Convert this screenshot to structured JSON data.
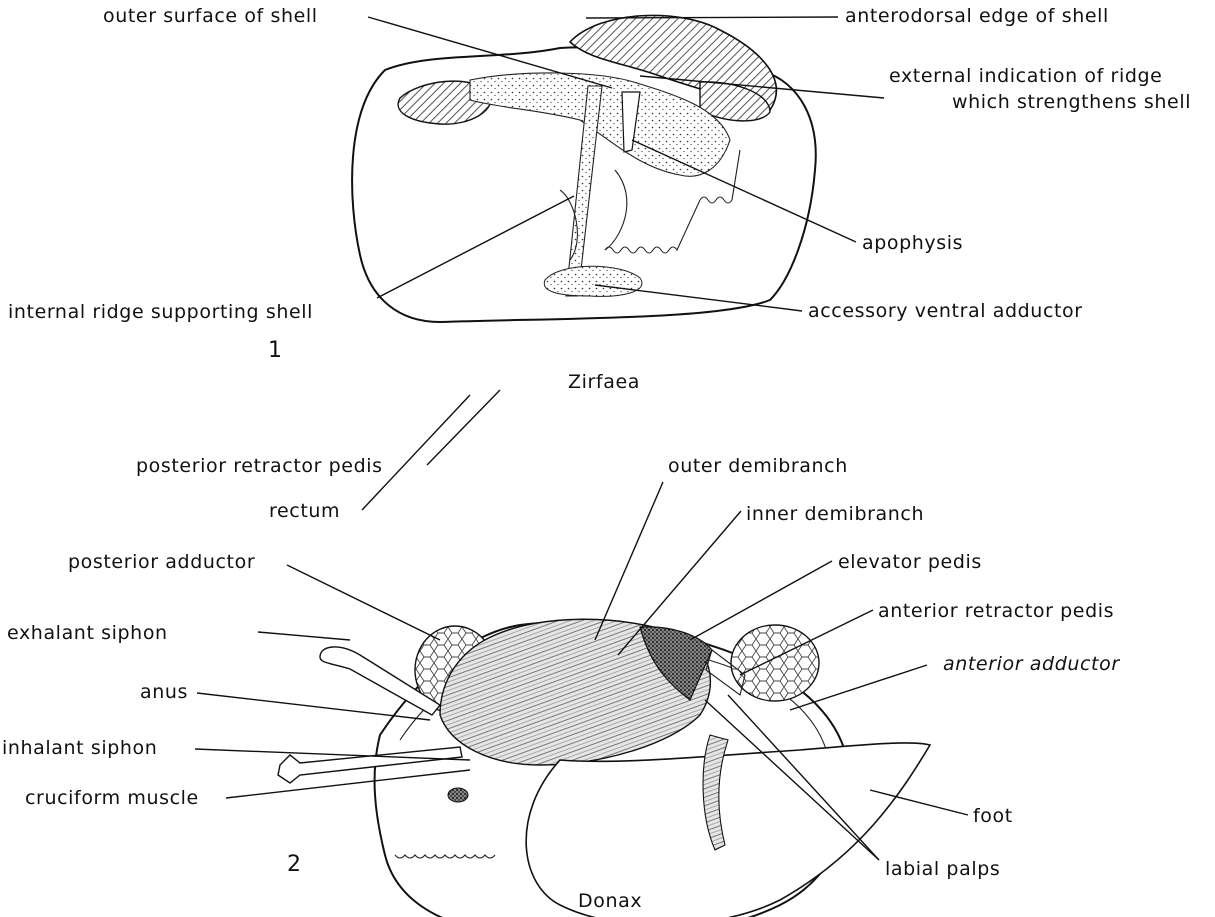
{
  "colors": {
    "ink": "#111111",
    "background": "#ffffff",
    "hatch": "#555555",
    "stipple": "#333333"
  },
  "figure1": {
    "number": "1",
    "caption": "Zirfaea",
    "labels": {
      "outer_surface": "outer surface of shell",
      "anterodorsal_edge": "anterodorsal edge of shell",
      "external_ridge_line1": "external indication of ridge",
      "external_ridge_line2": "which strengthens shell",
      "apophysis": "apophysis",
      "internal_ridge": "internal ridge supporting shell",
      "accessory_adductor": "accessory ventral adductor"
    }
  },
  "figure2": {
    "number": "2",
    "caption": "Donax",
    "labels": {
      "posterior_retractor": "posterior retractor pedis",
      "rectum": "rectum",
      "posterior_adductor": "posterior adductor",
      "exhalant_siphon": "exhalant siphon",
      "anus": "anus",
      "inhalant_siphon": "inhalant siphon",
      "cruciform_muscle": "cruciform muscle",
      "outer_demibranch": "outer demibranch",
      "inner_demibranch": "inner demibranch",
      "elevator_pedis": "elevator pedis",
      "anterior_retractor": "anterior retractor pedis",
      "anterior_adductor": "anterior adductor",
      "foot": "foot",
      "labial_palps": "labial palps"
    }
  }
}
